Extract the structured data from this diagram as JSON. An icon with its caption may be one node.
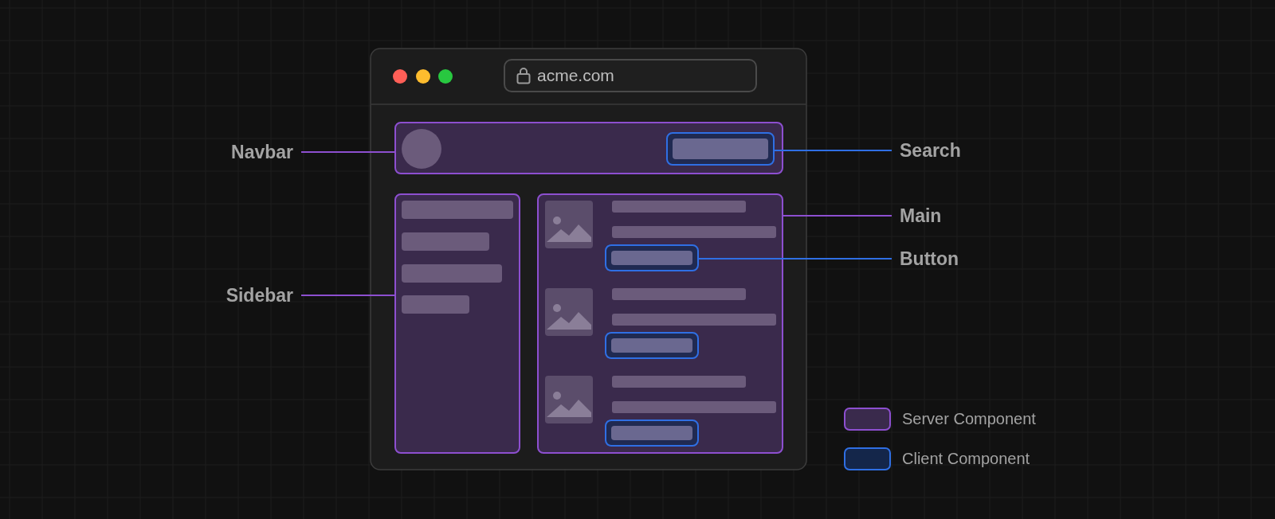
{
  "diagram": {
    "nodes": [
      {
        "text": [
          "acme.com"
        ]
      },
      {
        "text": [
          "Navbar"
        ]
      },
      {
        "text": [],
        "shape": "box"
      },
      {
        "text": [],
        "shape": "box",
        "in": 2
      },
      {
        "text": [
          "Search"
        ]
      },
      {
        "text": [],
        "shape": "box"
      },
      {
        "text": [],
        "shape": "box"
      },
      {
        "text": [
          "Main"
        ]
      },
      {
        "text": [],
        "shape": "box",
        "in": 6
      },
      {
        "text": [
          "Button"
        ]
      },
      {
        "text": [
          "Sidebar"
        ]
      },
      {
        "text": [],
        "shape": "box",
        "in": 6
      },
      {
        "text": [],
        "shape": "box",
        "in": 6
      }
    ],
    "edges": [
      {
        "from": 1,
        "to": 2,
        "arrow": "none"
      },
      {
        "from": 4,
        "to": 3,
        "arrow": "none",
        "color": "#2f6fe4"
      },
      {
        "from": 7,
        "to": 6,
        "arrow": "none"
      },
      {
        "from": 9,
        "to": 8,
        "arrow": "none",
        "color": "#2f6fe4"
      },
      {
        "from": 10,
        "to": 5,
        "arrow": "none"
      }
    ],
    "legend": [
      {
        "text": "Server Component",
        "color": "#3a2a4c"
      },
      {
        "text": "Client Component",
        "color": "#14264a"
      }
    ]
  }
}
